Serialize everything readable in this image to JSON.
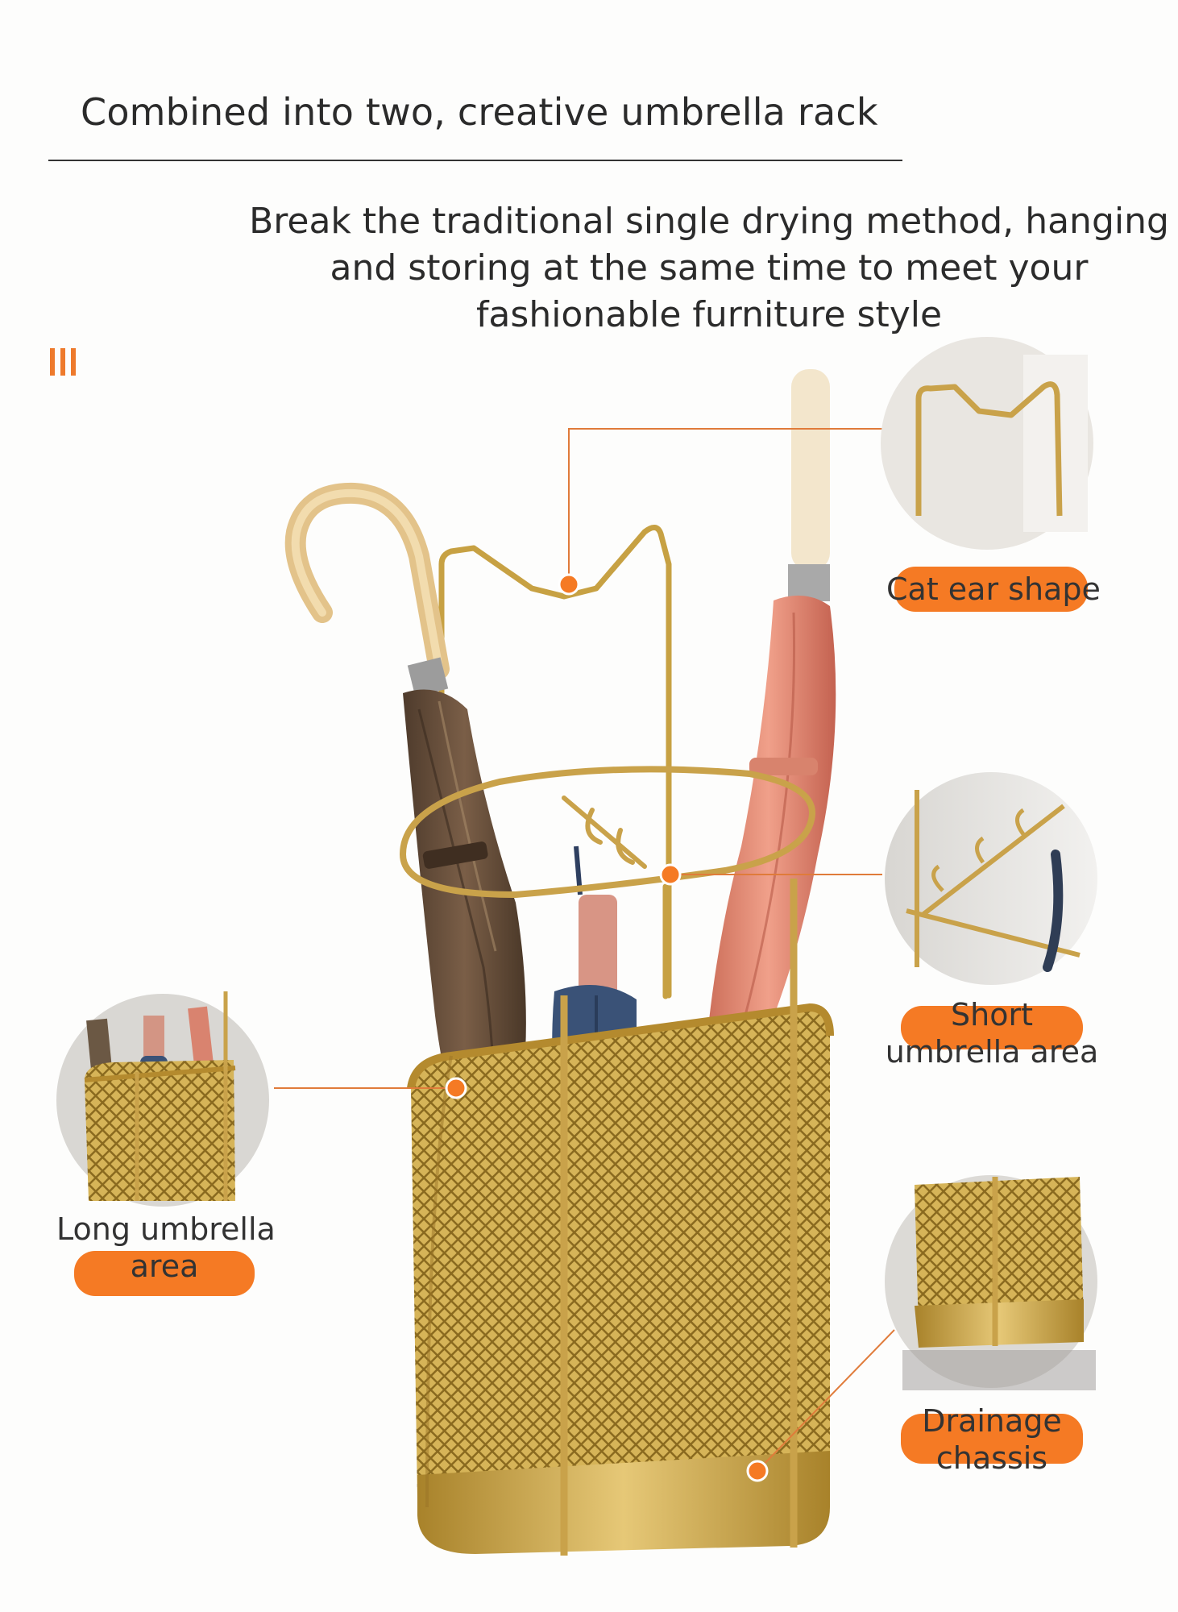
{
  "header": {
    "headline": "Combined into two, creative umbrella rack",
    "subtitle_lines": [
      "Break the traditional single drying method, hanging",
      "and storing at the same time to meet your",
      "fashionable furniture style"
    ]
  },
  "callouts": {
    "cat_ear": {
      "lines": [
        "Cat ear shape"
      ]
    },
    "short_area": {
      "lines": [
        "Short",
        "umbrella area"
      ]
    },
    "long_area": {
      "lines": [
        "Long umbrella",
        "area"
      ]
    },
    "drainage": {
      "lines": [
        "Drainage",
        "chassis"
      ]
    }
  },
  "colors": {
    "accent": "#f57a24",
    "gold": "#c9a23d",
    "text": "#2b2b2b"
  }
}
